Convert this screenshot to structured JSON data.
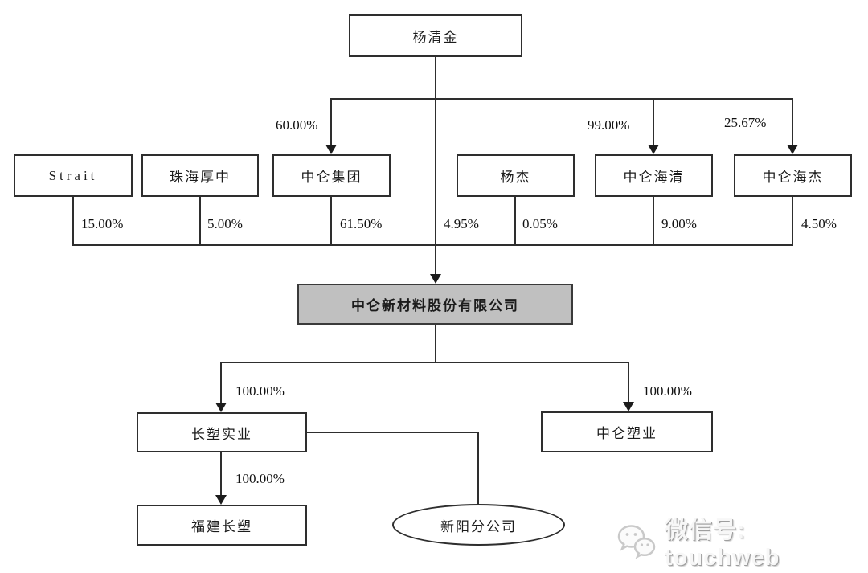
{
  "diagram": {
    "nodes": {
      "root": "杨清金",
      "root_direct_pct": "4.95%",
      "shareholders": [
        {
          "label": "Strait",
          "pct": "15.00%"
        },
        {
          "label": "珠海厚中",
          "pct": "5.00%"
        },
        {
          "label": "中仑集团",
          "pct": "61.50%",
          "parent_pct": "60.00%"
        },
        {
          "label": "杨杰",
          "pct": "0.05%"
        },
        {
          "label": "中仑海清",
          "pct": "9.00%",
          "parent_pct": "99.00%"
        },
        {
          "label": "中仑海杰",
          "pct": "4.50%",
          "parent_pct": "25.67%"
        }
      ],
      "company": "中仑新材料股份有限公司",
      "subsidiaries": [
        {
          "label": "长塑实业",
          "pct": "100.00%"
        },
        {
          "label": "中仑塑业",
          "pct": "100.00%"
        }
      ],
      "grandchild": {
        "label": "福建长塑",
        "pct": "100.00%"
      },
      "branch_office": "新阳分公司"
    },
    "watermark": {
      "icon": "wechat-icon",
      "text": "微信号: touchweb"
    }
  }
}
